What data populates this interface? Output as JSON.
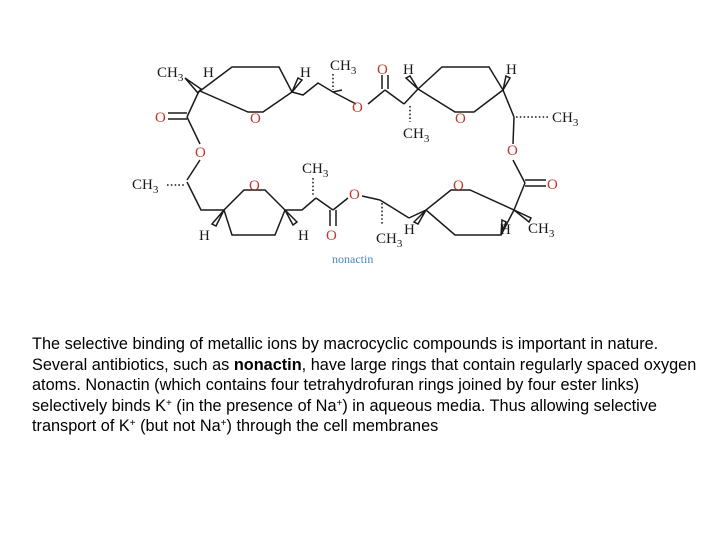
{
  "diagram": {
    "caption": "nonactin",
    "caption_color": "#4a86c5",
    "atom_color": "#c0392b",
    "labels": {
      "ch3": "CH",
      "sub3": "3",
      "h": "H",
      "o": "O"
    }
  },
  "description": {
    "part1": "The selective binding of metallic ions by macrocyclic compounds is important in nature. Several antibiotics, such as ",
    "highlight": "nonactin",
    "part2": ", have large rings that contain regularly spaced oxygen atoms. Nonactin (which contains four tetrahydrofuran rings joined by four ester links) selectively binds K",
    "sup1": "+",
    "part3": " (in the presence of Na",
    "sup2": "+",
    "part4": ") in aqueous media. Thus allowing selective transport of K",
    "sup3": "+",
    "part5": " (but not Na",
    "sup4": "+",
    "part6": ") through the cell membranes"
  }
}
